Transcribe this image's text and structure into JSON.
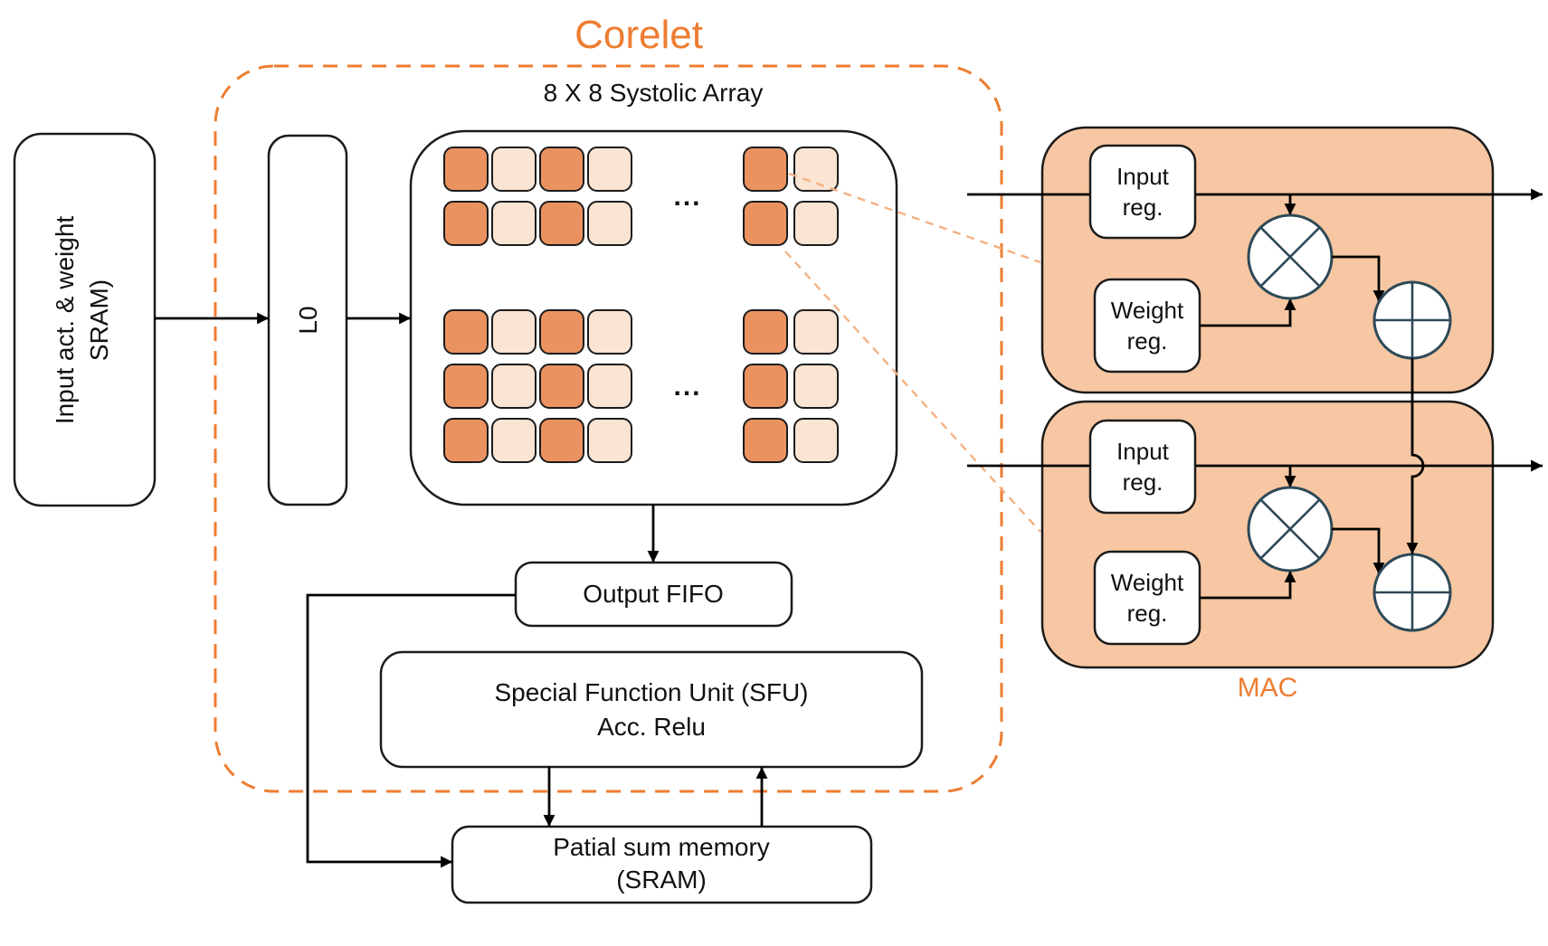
{
  "title": "Corelet",
  "systolic": {
    "label": "8 X 8 Systolic Array",
    "ellipsis": "..."
  },
  "input_sram": {
    "line1": "Input act. & weight",
    "line2": "SRAM)"
  },
  "l0": {
    "label": "L0"
  },
  "output_fifo": {
    "label": "Output FIFO"
  },
  "sfu": {
    "line1": "Special Function Unit (SFU)",
    "line2": "Acc. Relu"
  },
  "partial_sum_memory": {
    "line1": "Patial sum memory",
    "line2": "(SRAM)"
  },
  "mac": {
    "label": "MAC",
    "input_reg": {
      "line1": "Input",
      "line2": "reg."
    },
    "weight_reg": {
      "line1": "Weight",
      "line2": "reg."
    }
  },
  "colors": {
    "accent_orange": "#ED7D31",
    "zoom_line_orange": "#F4B183",
    "mac_fill": "#F6C7A2",
    "cell_dark": "#EA9260",
    "cell_light": "#FAE4D3",
    "circle_stroke": "#2E4957",
    "line": "#000000"
  }
}
